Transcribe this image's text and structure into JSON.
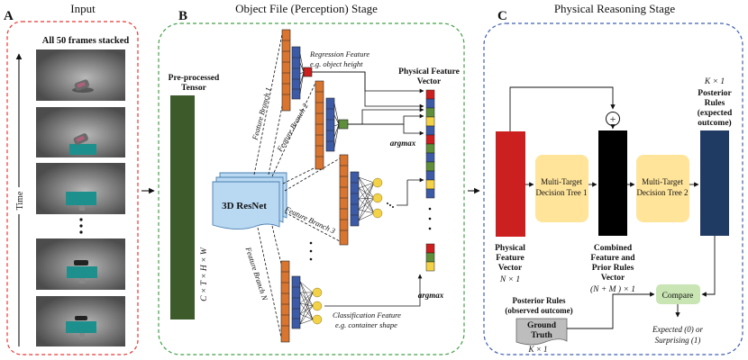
{
  "panels": {
    "a": {
      "letter": "A",
      "title": "Input",
      "frames_label": "All 50 frames stacked",
      "axis_label": "Time"
    },
    "b": {
      "letter": "B",
      "title": "Object File (Perception) Stage"
    },
    "c": {
      "letter": "C",
      "title": "Physical Reasoning Stage"
    }
  },
  "perception": {
    "tensor_label_1": "Pre-processed",
    "tensor_label_2": "Tensor",
    "tensor_dims": "C × T × H × W",
    "resnet_label": "3D ResNet",
    "branch_1": "Feature Branch 1",
    "branch_2": "Feature Branch 2",
    "branch_3": "Feature Branch 3",
    "branch_n": "Feature Branch N",
    "regression_1": "Regression Feature",
    "regression_2": "e.g. object height",
    "classification_1": "Classification Feature",
    "classification_2": "e.g. container shape",
    "argmax_1": "argmax",
    "argmax_2": "argmax",
    "pfv_1": "Physical Feature",
    "pfv_2": "Vector"
  },
  "reasoning": {
    "pfv_1": "Physical",
    "pfv_2": "Feature",
    "pfv_3": "Vector",
    "pfv_dims": "N × 1",
    "tree1_1": "Multi-Target",
    "tree1_2": "Decision Tree 1",
    "combined_1": "Combined",
    "combined_2": "Feature and",
    "combined_3": "Prior Rules",
    "combined_4": "Vector",
    "combined_dims": "(N + M ) × 1",
    "tree2_1": "Multi-Target",
    "tree2_2": "Decision Tree 2",
    "post_dims": "K × 1",
    "post_1": "Posterior",
    "post_2": "Rules",
    "post_3": "(expected",
    "post_4": "outcome)",
    "plus": "+",
    "compare": "Compare",
    "obs_1": "Posterior Rules",
    "obs_2": "(observed outcome)",
    "gt_1": "Ground",
    "gt_2": "Truth",
    "gt_dims": "K × 1",
    "result_1": "Expected (0) or",
    "result_2": "Surprising (1)"
  },
  "colors": {
    "panel_a_border": "#e53935",
    "panel_b_border": "#43a047",
    "panel_c_border": "#3f5fb0",
    "tensor": "#3d5a2a",
    "resnet": "#b9d8f2",
    "branch": "#d9752f",
    "branch_dark": "#3c5aa6",
    "reg_feature": "#cc1f1f",
    "green_feature": "#5f8f3a",
    "class_circle": "#f4d247",
    "pfv_red": "#cc1f1f",
    "black": "#000000",
    "tree": "#ffe49a",
    "posterior": "#1f3a63",
    "compare": "#c9e5b3",
    "ground_truth": "#bdbdbd"
  }
}
